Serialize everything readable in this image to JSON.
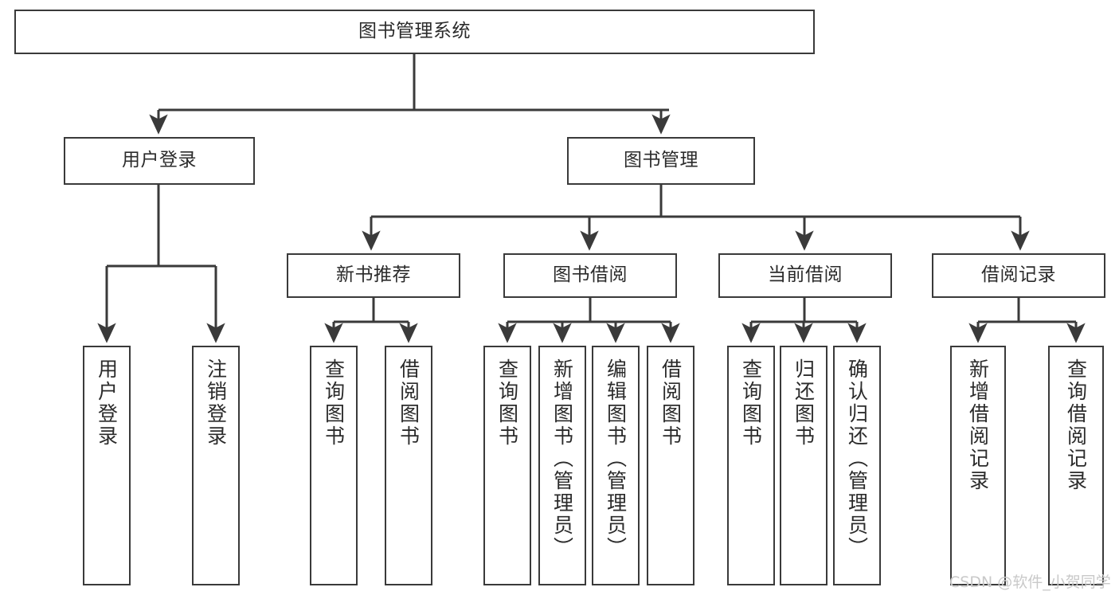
{
  "diagram": {
    "title": "图书管理系统",
    "watermark": "CSDN @软件_小贺同学",
    "colors": {
      "background": "#ffffff",
      "border": "#3a3a3a",
      "text": "#2b2b2b",
      "edge": "#3a3a3a",
      "watermark": "#c9c9c9"
    }
  },
  "nodes": {
    "root": {
      "label": "图书管理系统"
    },
    "level2": [
      {
        "label": "用户登录"
      },
      {
        "label": "图书管理"
      }
    ],
    "level3": [
      {
        "label": "新书推荐"
      },
      {
        "label": "图书借阅"
      },
      {
        "label": "当前借阅"
      },
      {
        "label": "借阅记录"
      }
    ],
    "leaves": {
      "user_login": [
        {
          "label": "用户登录"
        },
        {
          "label": "注销登录"
        }
      ],
      "new_book_recommend": [
        {
          "label": "查询图书"
        },
        {
          "label": "借阅图书"
        }
      ],
      "book_borrow": [
        {
          "label": "查询图书"
        },
        {
          "label": "新增图书（管理员）"
        },
        {
          "label": "编辑图书（管理员）"
        },
        {
          "label": "借阅图书"
        }
      ],
      "current_borrow": [
        {
          "label": "查询图书"
        },
        {
          "label": "归还图书"
        },
        {
          "label": "确认归还（管理员）"
        }
      ],
      "borrow_record": [
        {
          "label": "新增借阅记录"
        },
        {
          "label": "查询借阅记录"
        }
      ]
    }
  }
}
